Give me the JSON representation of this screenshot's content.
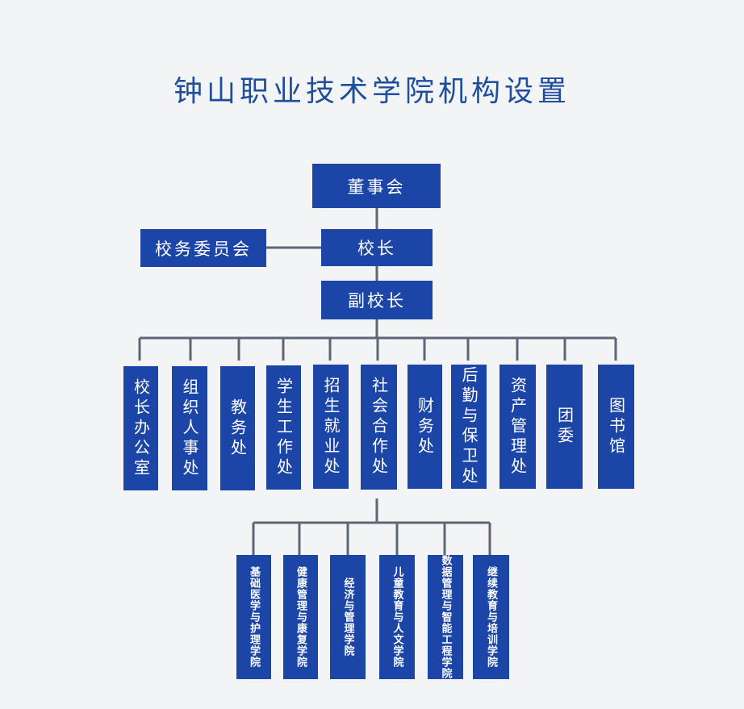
{
  "title": "钟山职业技术学院机构设置",
  "board": "董事会",
  "president": "校长",
  "committee": "校务委员会",
  "vice_president": "副校长",
  "departments": [
    "校长办公室",
    "组织人事处",
    "教务处",
    "学生工作处",
    "招生就业处",
    "社会合作处",
    "财务处",
    "后勤与保卫处",
    "资产管理处",
    "团委",
    "图书馆"
  ],
  "colleges": [
    "基础医学与护理学院",
    "健康管理与康复学院",
    "经济与管理学院",
    "儿童教育与人文学院",
    "数据管理与智能工程学院",
    "继续教育与培训学院"
  ],
  "colors": {
    "box": "#1b45a6",
    "line": "#5d6675",
    "title": "#1f4e9c",
    "background": "#f3f4f6"
  }
}
